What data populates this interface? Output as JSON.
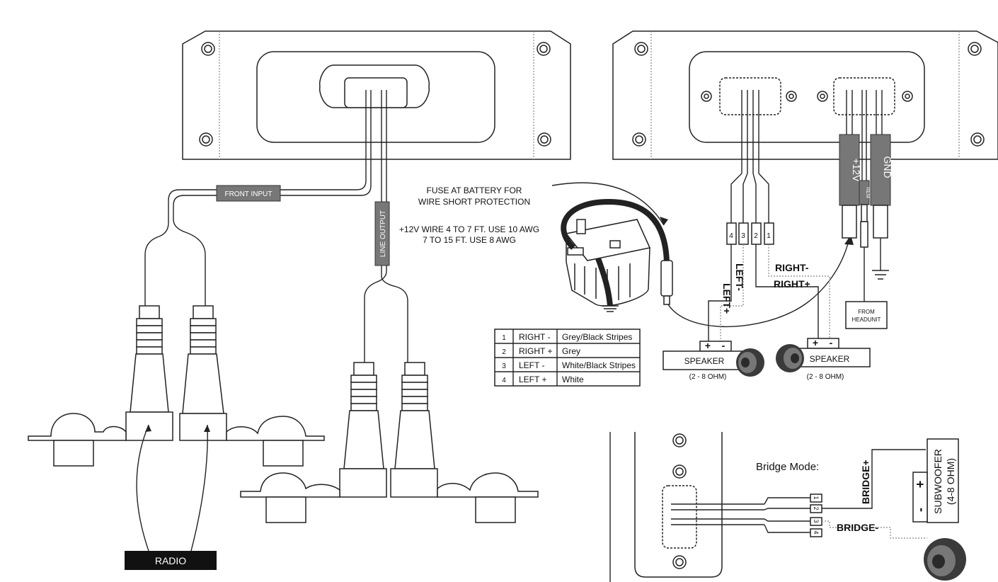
{
  "labels": {
    "front_input": "FRONT INPUT",
    "line_output": "LINE OUTPUT",
    "radio": "RADIO",
    "fuse_note_1": "FUSE AT BATTERY FOR",
    "fuse_note_2": "WIRE SHORT PROTECTION",
    "wire_note_1": "+12V WIRE 4 TO 7 FT. USE 10 AWG",
    "wire_note_2": "7 TO 15 FT. USE 8 AWG",
    "plus12v": "+12V",
    "gnd": "GND",
    "rem": "REM",
    "from_headunit_1": "FROM",
    "from_headunit_2": "HEADUNIT",
    "left_minus": "LEFT-",
    "left_plus": "LEFT+",
    "right_minus": "RIGHT-",
    "right_plus": "RIGHT+",
    "speaker_left": "SPEAKER",
    "speaker_right": "SPEAKER",
    "ohm_left": "(2 - 8 OHM)",
    "ohm_right": "(2 - 8 OHM)",
    "bridge_mode": "Bridge Mode:",
    "bridge_plus": "BRIDGE+",
    "bridge_minus": "BRIDGE-",
    "subwoofer": "SUBWOOFER",
    "subwoofer_ohm": "(4-8 OHM)",
    "plus": "+",
    "minus": "-"
  },
  "terminals": [
    "4",
    "3",
    "2",
    "1"
  ],
  "bridge_terminals": [
    "1",
    "2",
    "3",
    "4"
  ],
  "wire_table": [
    {
      "num": "1",
      "channel": "RIGHT -",
      "color": "Grey/Black Stripes"
    },
    {
      "num": "2",
      "channel": "RIGHT +",
      "color": "Grey"
    },
    {
      "num": "3",
      "channel": "LEFT -",
      "color": "White/Black Stripes"
    },
    {
      "num": "4",
      "channel": "LEFT +",
      "color": "White"
    }
  ]
}
